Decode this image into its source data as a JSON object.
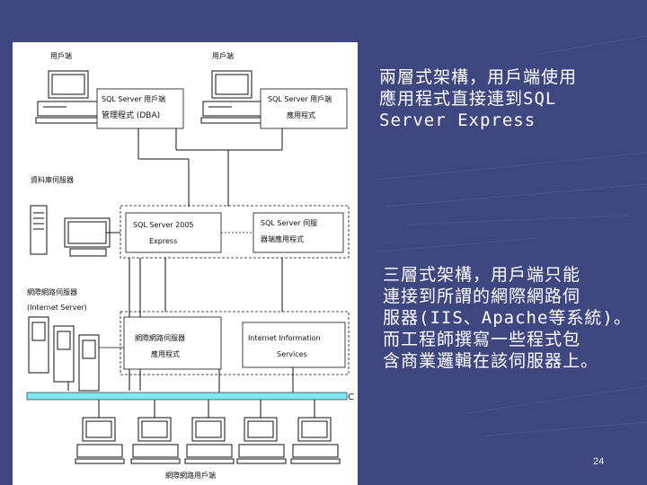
{
  "diagram": {
    "labels": {
      "client_left": "用戶端",
      "client_right": "用戶端",
      "sql_client_mgmt_line1": "SQL Server 用戶端",
      "sql_client_mgmt_line2": "管理程式 (DBA)",
      "sql_client_app_line1": "SQL Server 用戶端",
      "sql_client_app_line2": "應用程式",
      "db_server": "資料庫伺服器",
      "sql_express_line1": "SQL Server 2005",
      "sql_express_line2": "Express",
      "sql_server_app_line1": "SQL Server 伺服",
      "sql_server_app_line2": "器端應用程式",
      "internet_server_line1": "網際網路伺服器",
      "internet_server_line2": "(Internet Server)",
      "web_app_line1": "網際網路伺服器",
      "web_app_line2": "應用程式",
      "iis_line1": "Internet Information",
      "iis_line2": "Services",
      "web_clients": "網際網路用戶端"
    }
  },
  "notes": {
    "two_tier": [
      "兩層式架構，用戶端使用",
      "應用程式直接連到SQL",
      "Server Express"
    ],
    "three_tier": [
      "三層式架構，用戶端只能",
      "連接到所謂的網際網路伺",
      "服器(IIS、Apache等系統)。",
      "而工程師撰寫一些程式包",
      "含商業邏輯在該伺服器上。"
    ]
  },
  "page_number": "24",
  "colors": {
    "background": "#3f4780",
    "network_bus": "#7fe8ec"
  }
}
